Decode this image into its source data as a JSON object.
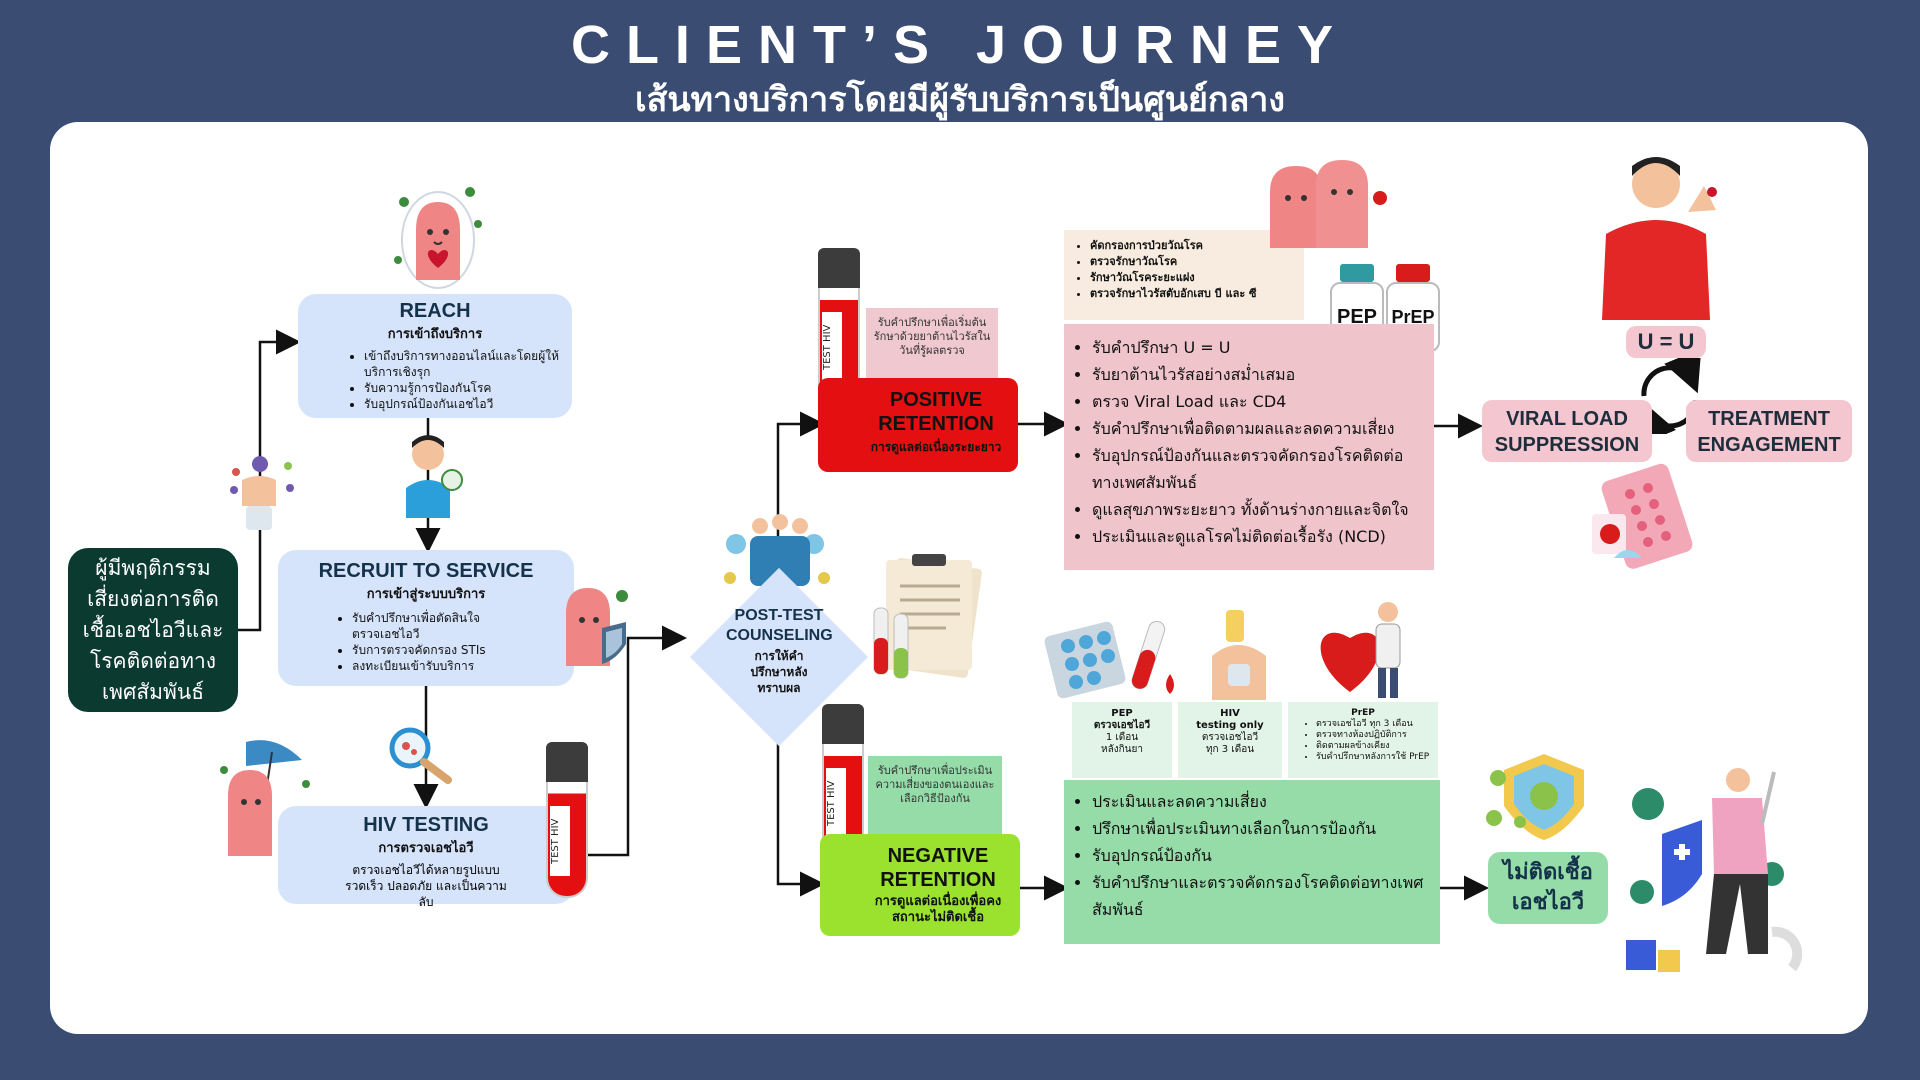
{
  "header": {
    "title": "CLIENT’S JOURNEY",
    "subtitle": "เส้นทางบริการโดยมีผู้รับบริการเป็นศูนย์กลาง"
  },
  "start": {
    "label": "ผู้มีพฤติกรรมเสี่ยงต่อการติดเชื้อเอชไอวีและโรคติดต่อทางเพศสัมพันธ์"
  },
  "reach": {
    "title": "REACH",
    "subtitle": "การเข้าถึงบริการ",
    "items": [
      "เข้าถึงบริการทางออนไลน์และโดยผู้ให้บริการเชิงรุก",
      "รับความรู้การป้องกันโรค",
      "รับอุปกรณ์ป้องกันเอชไอวี"
    ]
  },
  "recruit": {
    "title": "RECRUIT TO SERVICE",
    "subtitle": "การเข้าสู่ระบบบริการ",
    "items": [
      "รับคำปรึกษาเพื่อตัดสินใจตรวจเอชไอวี",
      "รับการตรวจคัดกรอง STIs",
      "ลงทะเบียนเข้ารับบริการ"
    ]
  },
  "testing": {
    "title": "HIV TESTING",
    "subtitle": "การตรวจเอชไอวี",
    "body": "ตรวจเอชไอวีได้หลายรูปแบบ รวดเร็ว ปลอดภัย และเป็นความลับ"
  },
  "counseling": {
    "title": "POST-TEST COUNSELING",
    "subtitle": "การให้คำปรึกษาหลังทราบผล"
  },
  "positive": {
    "title": "POSITIVE RETENTION",
    "subtitle": "การดูแลต่อเนื่องระยะยาว",
    "note": "รับคำปรึกษาเพื่อเริ่มต้นรักษาด้วยยาต้านไวรัสในวันที่รู้ผลตรวจ",
    "screening": [
      "คัดกรองการป่วยวัณโรค",
      "ตรวจรักษาวัณโรค",
      "รักษาวัณโรคระยะแฝง",
      "ตรวจรักษาไวรัสตับอักเสบ บี และ ซี"
    ],
    "services": [
      "รับคำปรึกษา U = U",
      "รับยาต้านไวรัสอย่างสม่ำเสมอ",
      "ตรวจ Viral Load และ CD4",
      "รับคำปรึกษาเพื่อติดตามผลและลดความเสี่ยง",
      "รับอุปกรณ์ป้องกันและตรวจคัดกรองโรคติดต่อทางเพศสัมพันธ์",
      "ดูแลสุขภาพระยะยาว ทั้งด้านร่างกายและจิตใจ",
      "ประเมินและดูแลโรคไม่ติดต่อเรื้อรัง (NCD)"
    ],
    "pep_label": "PEP",
    "prep_label": "PrEP"
  },
  "uequ": {
    "label": "U = U",
    "viral": "VIRAL LOAD SUPPRESSION",
    "treatment": "TREATMENT ENGAGEMENT"
  },
  "negative": {
    "title": "NEGATIVE RETENTION",
    "subtitle": "การดูแลต่อเนื่องเพื่อคงสถานะไม่ติดเชื้อ",
    "note": "รับคำปรึกษาเพื่อประเมินความเสี่ยงของตนเองและเลือกวิธีป้องกัน",
    "services": [
      "ประเมินและลดความเสี่ยง",
      "ปรึกษาเพื่อประเมินทางเลือกในการป้องกัน",
      "รับอุปกรณ์ป้องกัน",
      "รับคำปรึกษาและตรวจคัดกรองโรคติดต่อทางเพศสัมพันธ์"
    ],
    "pep": {
      "title": "PEP",
      "l1": "ตรวจเอชไอวี",
      "l2": "1 เดือน",
      "l3": "หลังกินยา"
    },
    "hivtest": {
      "title": "HIV",
      "l1": "testing only",
      "l2": "ตรวจเอชไอวี",
      "l3": "ทุก 3 เดือน"
    },
    "prep": {
      "title": "PrEP",
      "items": [
        "ตรวจเอชไอวี ทุก 3 เดือน",
        "ตรวจทางห้องปฏิบัติการ",
        "ติดตามผลข้างเคียง",
        "รับคำปรึกษาหลังการใช้ PrEP"
      ]
    },
    "result": "ไม่ติดเชื้อเอชไอวี"
  },
  "tube": {
    "text": "TEST HIV"
  },
  "colors": {
    "bg": "#3a4c72",
    "start": "#0b3a30",
    "red": "#e30f10",
    "green": "#9be22f"
  }
}
